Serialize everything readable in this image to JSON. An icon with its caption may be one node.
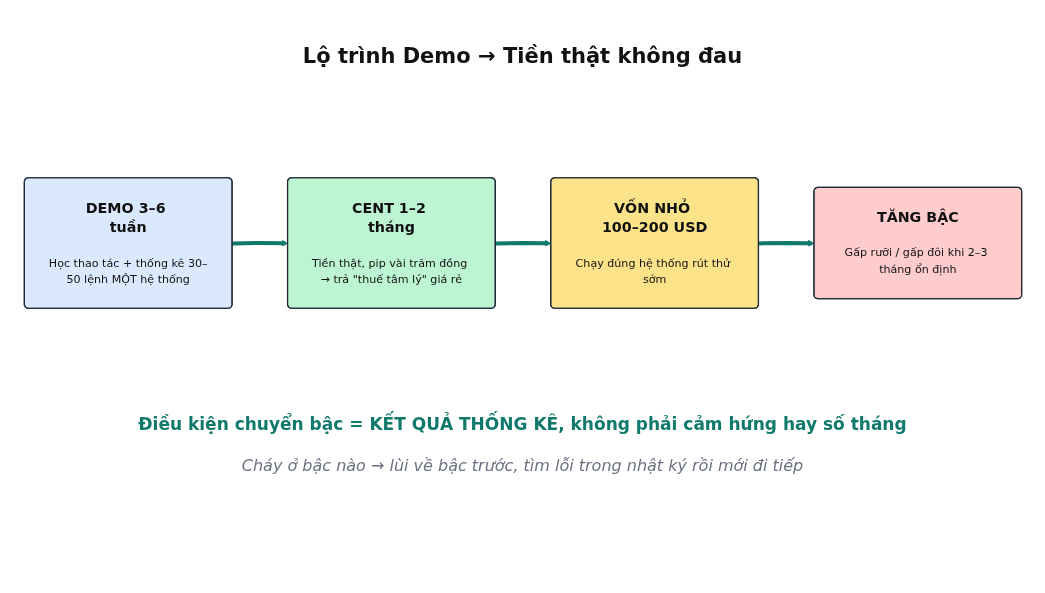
{
  "diagram": {
    "title": "Lộ trình Demo → Tiền thật không đau",
    "nodes": [
      {
        "text": [
          "DEMO 3–6 tuần",
          "Học thao tác + thống kê 30–50 lệnh MỘT hệ thống"
        ]
      },
      {
        "text": [
          "CENT 1–2 tháng",
          "Tiền thật, pip vài trăm đồng → trả \"thuế tâm lý\" giá rẻ"
        ]
      },
      {
        "text": [
          "VỐN NHỎ 100–200 USD",
          "Chạy đúng hệ thống rút thử sớm"
        ]
      },
      {
        "text": [
          "TĂNG BẬC",
          "Gấp rưỡi / gấp đôi khi 2–3 tháng ổn định"
        ]
      }
    ],
    "edges": [
      {
        "from": 0,
        "to": 1,
        "arrow": "to"
      },
      {
        "from": 1,
        "to": 2,
        "arrow": "to"
      },
      {
        "from": 2,
        "to": 3,
        "arrow": "to"
      }
    ],
    "labels": [
      "Điều kiện chuyển bậc = KẾT QUẢ THỐNG KÊ, không phải cảm hứng hay số tháng",
      "Cháy ở bậc nào → lùi về bậc trước, tìm lỗi trong nhật ký rồi mới đi tiếp"
    ]
  }
}
